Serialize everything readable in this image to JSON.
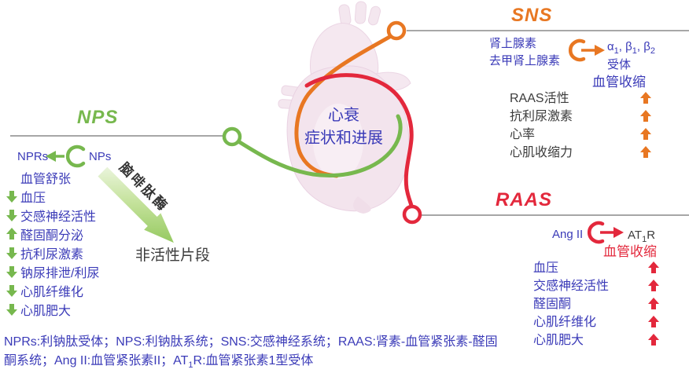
{
  "colors": {
    "orange": "#E87722",
    "green": "#77B84E",
    "red": "#E3283C",
    "blue": "#3B3BB8",
    "dark": "#3C3C3C"
  },
  "center": {
    "line1": "心衰",
    "line2": "症状和进展"
  },
  "nps": {
    "title": "NPS",
    "receptor": "NPRs",
    "ligand": "NPs",
    "items": [
      {
        "label": "血管舒张",
        "dir": "none"
      },
      {
        "label": "血压",
        "dir": "down"
      },
      {
        "label": "交感神经活性",
        "dir": "down"
      },
      {
        "label": "醛固酮分泌",
        "dir": "up"
      },
      {
        "label": "抗利尿激素",
        "dir": "down"
      },
      {
        "label": "钠尿排泄/利尿",
        "dir": "down"
      },
      {
        "label": "心肌纤维化",
        "dir": "down"
      },
      {
        "label": "心肌肥大",
        "dir": "down"
      }
    ],
    "enzyme": "脑啡肽酶",
    "product": "非活性片段"
  },
  "sns": {
    "title": "SNS",
    "ligand1": "肾上腺素",
    "ligand2": "去甲肾上腺素",
    "receptor": {
      "p1": "α",
      "s1": "1",
      "p2": ", β",
      "s2": "1",
      "p3": ", β",
      "s3": "2",
      "line2": "受体"
    },
    "effect": "血管收缩",
    "items": [
      {
        "label": "RAAS活性",
        "dir": "up"
      },
      {
        "label": "抗利尿激素",
        "dir": "up"
      },
      {
        "label": "心率",
        "dir": "up"
      },
      {
        "label": "心肌收缩力",
        "dir": "up"
      }
    ]
  },
  "raas": {
    "title": "RAAS",
    "ligand": "Ang II",
    "receptor": {
      "p1": "AT",
      "s": "1",
      "p2": "R"
    },
    "effect": "血管收缩",
    "items": [
      {
        "label": "血压",
        "dir": "up"
      },
      {
        "label": "交感神经活性",
        "dir": "up"
      },
      {
        "label": "醛固酮",
        "dir": "up"
      },
      {
        "label": "心肌纤维化",
        "dir": "up"
      },
      {
        "label": "心肌肥大",
        "dir": "up"
      }
    ]
  },
  "caption": {
    "line1": "NPRs:利钠肽受体；NPS:利钠肽系统；SNS:交感神经系统；RAAS:肾素-血管紧张素-醛固",
    "line2_p1": "酮系统；Ang II:血管紧张素II；AT",
    "line2_sub": "1",
    "line2_p2": "R:血管紧张素1型受体"
  }
}
